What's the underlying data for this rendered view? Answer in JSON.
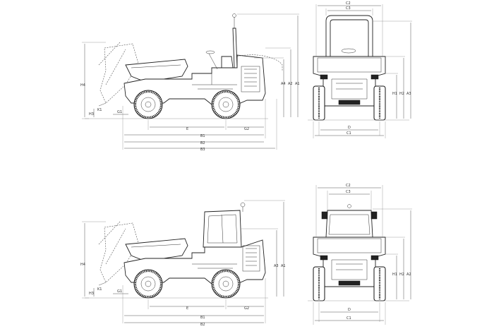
{
  "top_side_view": {
    "labels": {
      "H4": "H4",
      "A4": "A4",
      "A2": "A2",
      "A1": "A1",
      "H3": "H3",
      "K1": "K1",
      "G1": "G1",
      "E": "E",
      "G2": "G2",
      "B1": "B1",
      "B2": "B2",
      "B3": "B3"
    }
  },
  "top_front_view": {
    "labels": {
      "C2": "C2",
      "C3": "C3",
      "H1": "H1",
      "H2": "H2",
      "A3": "A3",
      "D": "D",
      "C1": "C1"
    }
  },
  "bottom_side_view": {
    "labels": {
      "H4": "H4",
      "A3": "A3",
      "A1": "A1",
      "H3": "H3",
      "K1": "K1",
      "G1": "G1",
      "E": "E",
      "G2": "G2",
      "B1": "B1",
      "B2": "B2"
    }
  },
  "bottom_front_view": {
    "labels": {
      "C2": "C2",
      "C3": "C3",
      "H1": "H1",
      "H2": "H2",
      "A2": "A2",
      "D": "D",
      "C1": "C1"
    }
  }
}
